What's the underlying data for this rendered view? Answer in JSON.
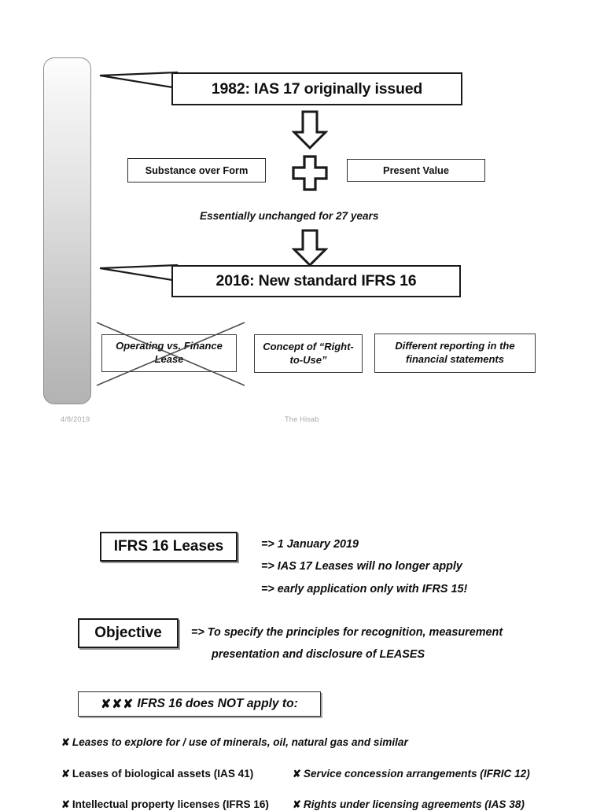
{
  "slide_one": {
    "timeline_bar": "vertical-gradient-bar",
    "callouts": [
      {
        "label": "1982: IAS 17 originally issued"
      },
      {
        "label": "2016: New standard IFRS 16"
      }
    ],
    "pillars": [
      {
        "label": "Substance over Form"
      },
      {
        "label": "Present Value"
      }
    ],
    "plus_symbol": "plus-icon",
    "arrows": [
      {
        "name": "down-arrow-icon"
      },
      {
        "name": "down-arrow-icon"
      }
    ],
    "caption": "Essentially unchanged for 27 years",
    "concepts": [
      {
        "label": "Operating vs. Finance Lease",
        "struck_out": true
      },
      {
        "label": "Concept of “Right-to-Use”",
        "struck_out": false
      },
      {
        "label": "Different reporting in the financial statements",
        "struck_out": false
      }
    ],
    "footer": {
      "date": "4/8/2019",
      "brand": "The Hisab"
    }
  },
  "slide_two": {
    "heading_ifrs16": "IFRS 16 Leases",
    "heading_objective": "Objective",
    "notes": [
      "=> 1 January 2019",
      "=> IAS 17 Leases will no longer apply",
      "=> early application only with IFRS 15!",
      "=> To specify the principles for recognition, measurement",
      "presentation and disclosure of LEASES"
    ],
    "not_apply": {
      "marks": "✘✘✘",
      "title": "IFRS 16 does NOT apply to:"
    },
    "exclusions": [
      {
        "mark": "✘",
        "text": "Leases to explore for / use of minerals, oil, natural gas and similar",
        "upright": false
      },
      {
        "mark": "✘",
        "text": "Leases of biological assets (IAS 41)",
        "upright": true
      },
      {
        "mark": "✘",
        "text": "Service concession arrangements (IFRIC 12)",
        "upright": false
      },
      {
        "mark": "✘",
        "text": "Intellectual property licenses (IFRS 16)",
        "upright": true
      },
      {
        "mark": "✘",
        "text": "Rights under licensing agreements (IAS 38)",
        "upright": false
      }
    ]
  },
  "colors": {
    "outline": "#1a1a1a",
    "bar_top": "#fdfdfd",
    "bar_bottom": "#b3b3b3",
    "footer_text": "#a7a7a7"
  }
}
